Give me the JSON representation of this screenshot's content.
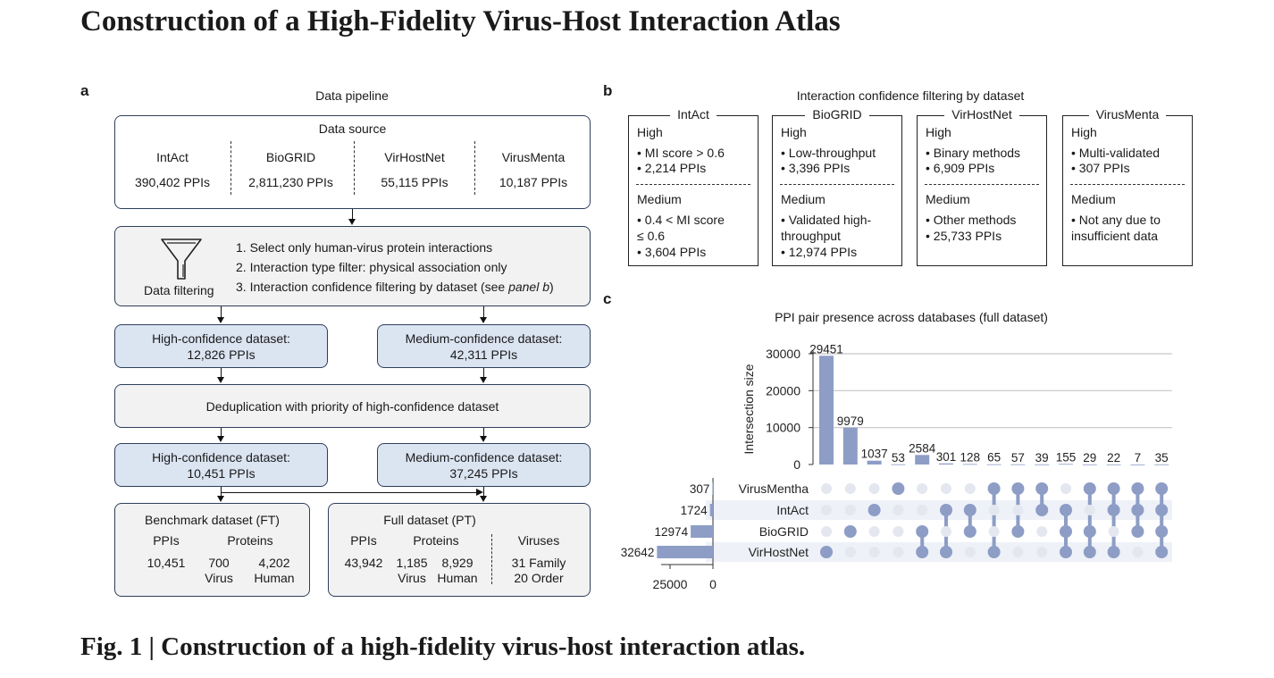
{
  "page_title": "Construction of a High-Fidelity Virus-Host Interaction Atlas",
  "caption": "Fig. 1 | Construction of a high-fidelity virus-host interaction atlas.",
  "colors": {
    "box_blue": "#dbe4f1",
    "box_gray": "#f2f2f2",
    "border": "#2e3f5c",
    "bar": "#8d9dc6",
    "dot_off": "#e4e7ef"
  },
  "panel_a": {
    "letter": "a",
    "title": "Data pipeline",
    "data_source": {
      "title": "Data source",
      "sources": [
        {
          "name": "IntAct",
          "ppis": "390,402 PPIs"
        },
        {
          "name": "BioGRID",
          "ppis": "2,811,230 PPIs"
        },
        {
          "name": "VirHostNet",
          "ppis": "55,115 PPIs"
        },
        {
          "name": "VirusMenta",
          "ppis": "10,187 PPIs"
        }
      ]
    },
    "filtering": {
      "label": "Data filtering",
      "icon": "funnel-icon",
      "steps": [
        "1. Select only human-virus protein interactions",
        "2. Interaction type filter: physical association only",
        "3. Interaction confidence filtering by dataset (see "
      ],
      "step3_ref": "panel b",
      "step3_end": ")"
    },
    "high1": {
      "label": "High-confidence dataset:",
      "value": "12,826 PPIs"
    },
    "medium1": {
      "label": "Medium-confidence dataset:",
      "value": "42,311 PPIs"
    },
    "dedup": "Deduplication with priority of high-confidence dataset",
    "high2": {
      "label": "High-confidence dataset:",
      "value": "10,451 PPIs"
    },
    "medium2": {
      "label": "Medium-confidence dataset:",
      "value": "37,245 PPIs"
    },
    "benchmark": {
      "title": "Benchmark dataset (FT)",
      "ppis_label": "PPIs",
      "proteins_label": "Proteins",
      "ppis": "10,451",
      "virus_count": "700",
      "virus_label": "Virus",
      "human_count": "4,202",
      "human_label": "Human"
    },
    "full": {
      "title": "Full dataset (PT)",
      "ppis_label": "PPIs",
      "proteins_label": "Proteins",
      "viruses_label": "Viruses",
      "ppis": "43,942",
      "virus_count": "1,185",
      "virus_label": "Virus",
      "human_count": "8,929",
      "human_label": "Human",
      "family": "31 Family",
      "order": "20 Order"
    }
  },
  "panel_b": {
    "letter": "b",
    "title": "Interaction confidence filtering by dataset",
    "high_label": "High",
    "medium_label": "Medium",
    "datasets": [
      {
        "name": "IntAct",
        "high": [
          "• MI score > 0.6",
          "• 2,214 PPIs"
        ],
        "medium": [
          "• 0.4 < MI score",
          "≤ 0.6",
          "• 3,604 PPIs"
        ]
      },
      {
        "name": "BioGRID",
        "high": [
          "• Low-throughput",
          "• 3,396 PPIs"
        ],
        "medium": [
          "• Validated high-",
          "throughput",
          "• 12,974 PPIs"
        ]
      },
      {
        "name": "VirHostNet",
        "high": [
          "• Binary methods",
          "• 6,909 PPIs"
        ],
        "medium": [
          "• Other methods",
          "• 25,733 PPIs"
        ]
      },
      {
        "name": "VirusMenta",
        "high": [
          "• Multi-validated",
          "• 307 PPIs"
        ],
        "medium": [
          "• Not any due to",
          "insufficient data"
        ]
      }
    ]
  },
  "panel_c": {
    "letter": "c"
  },
  "chart_data": {
    "type": "bar",
    "title": "PPI pair presence across databases (full dataset)",
    "ylabel": "Intersection size",
    "ylim": [
      0,
      30000
    ],
    "yticks": [
      "30000",
      "20000",
      "10000",
      "0"
    ],
    "ytick_values": [
      30000,
      20000,
      10000,
      0
    ],
    "values": [
      29451,
      9979,
      1037,
      53,
      2584,
      301,
      128,
      65,
      57,
      39,
      155,
      29,
      22,
      7,
      35
    ],
    "value_labels": [
      "29451",
      "9979",
      "1037",
      "53",
      "2584",
      "301",
      "128",
      "65",
      "57",
      "39",
      "155",
      "29",
      "22",
      "7",
      "35"
    ],
    "sets": [
      "VirusMentha",
      "IntAct",
      "BioGRID",
      "VirHostNet"
    ],
    "set_sizes": [
      307,
      1724,
      12974,
      32642
    ],
    "set_size_labels": [
      "307",
      "1724",
      "12974",
      "32642"
    ],
    "set_axis_ticks": [
      "25000",
      "0"
    ],
    "set_axis_tick_values": [
      25000,
      0
    ],
    "memberships": [
      [
        3
      ],
      [
        2
      ],
      [
        1
      ],
      [
        0
      ],
      [
        2,
        3
      ],
      [
        1,
        3
      ],
      [
        1,
        2
      ],
      [
        0,
        3
      ],
      [
        0,
        2
      ],
      [
        0,
        1
      ],
      [
        1,
        2,
        3
      ],
      [
        0,
        2,
        3
      ],
      [
        0,
        1,
        3
      ],
      [
        0,
        1,
        2
      ],
      [
        0,
        1,
        2,
        3
      ]
    ]
  }
}
